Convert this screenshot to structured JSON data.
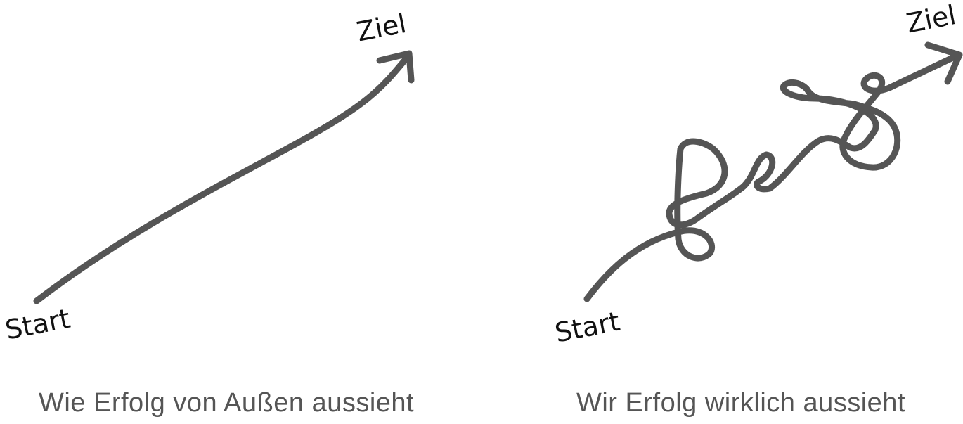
{
  "colors": {
    "stroke": "#555555",
    "label": "#111111",
    "caption": "#555555"
  },
  "left_panel": {
    "start_label": "Start",
    "goal_label": "Ziel",
    "caption": "Wie Erfolg von Außen aussieht"
  },
  "right_panel": {
    "start_label": "Start",
    "goal_label": "Ziel",
    "caption": "Wir Erfolg wirklich aussieht"
  }
}
